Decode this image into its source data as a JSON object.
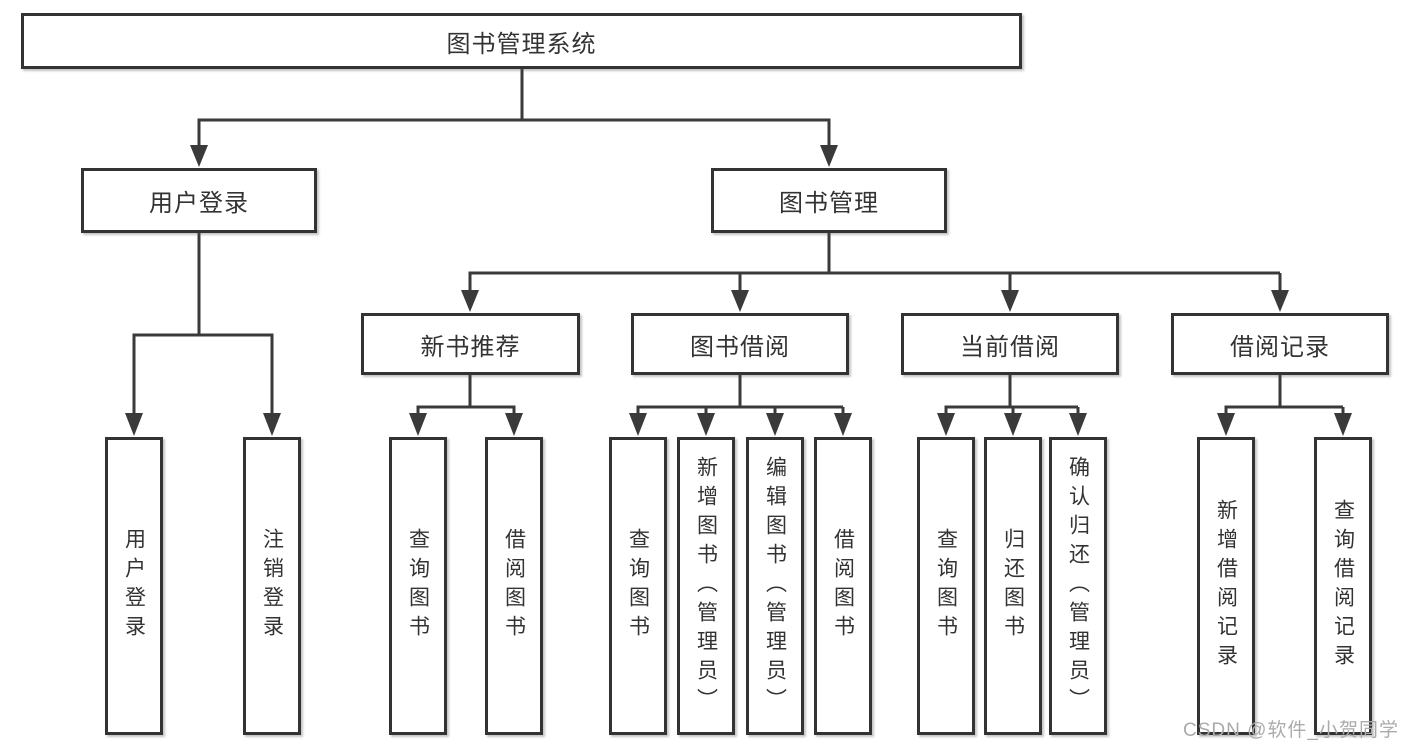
{
  "diagram": {
    "title": "图书管理系统",
    "type": "hierarchy-tree"
  },
  "nodes": {
    "root": {
      "label": "图书管理系统"
    },
    "user_login": {
      "label": "用户登录"
    },
    "book_mgmt": {
      "label": "图书管理"
    },
    "new_book_rec": {
      "label": "新书推荐"
    },
    "book_borrow": {
      "label": "图书借阅"
    },
    "current_borrow": {
      "label": "当前借阅"
    },
    "borrow_records": {
      "label": "借阅记录"
    },
    "leaf_user_login": {
      "label": "用户登录"
    },
    "leaf_logout": {
      "label": "注销登录"
    },
    "leaf_nbr_query": {
      "label": "查询图书"
    },
    "leaf_nbr_borrow": {
      "label": "借阅图书"
    },
    "leaf_bb_query": {
      "label": "查询图书"
    },
    "leaf_bb_add": {
      "label": "新增图书（管理员）"
    },
    "leaf_bb_edit": {
      "label": "编辑图书（管理员）"
    },
    "leaf_bb_borrow": {
      "label": "借阅图书"
    },
    "leaf_cb_query": {
      "label": "查询图书"
    },
    "leaf_cb_return": {
      "label": "归还图书"
    },
    "leaf_cb_confirm": {
      "label": "确认归还（管理员）"
    },
    "leaf_br_add": {
      "label": "新增借阅记录"
    },
    "leaf_br_query": {
      "label": "查询借阅记录"
    }
  },
  "colors": {
    "line": "#3a3a3a",
    "box_border": "#333333",
    "text": "#333333",
    "background": "#ffffff",
    "watermark": "#ababab"
  },
  "watermark": {
    "text": "CSDN @软件_小贺同学"
  }
}
